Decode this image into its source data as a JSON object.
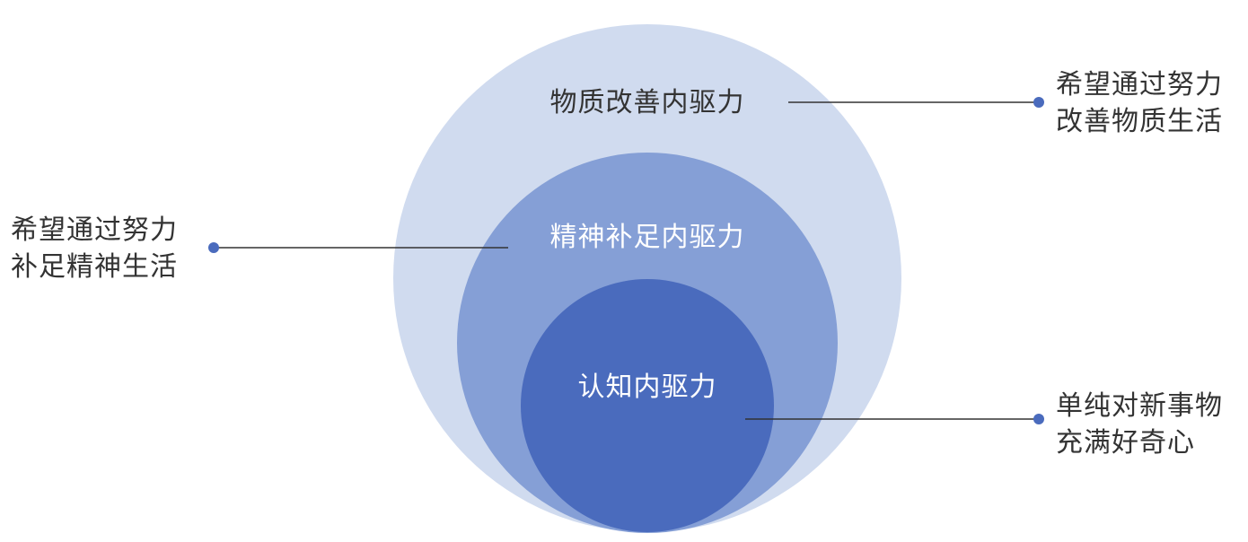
{
  "layers": [
    {
      "label": "物质改善内驱力",
      "note": [
        "希望通过努力",
        "改善物质生活"
      ],
      "color": "#d0dbef",
      "label_color": "#333333"
    },
    {
      "label": "精神补足内驱力",
      "note": [
        "希望通过努力",
        "补足精神生活"
      ],
      "color": "#859fd6",
      "label_color": "#ffffff"
    },
    {
      "label": "认知内驱力",
      "note": [
        "单纯对新事物",
        "充满好奇心"
      ],
      "color": "#4a6bbd",
      "label_color": "#ffffff"
    }
  ],
  "connector_color": "#333333",
  "dot_color": "#4a6bbd"
}
